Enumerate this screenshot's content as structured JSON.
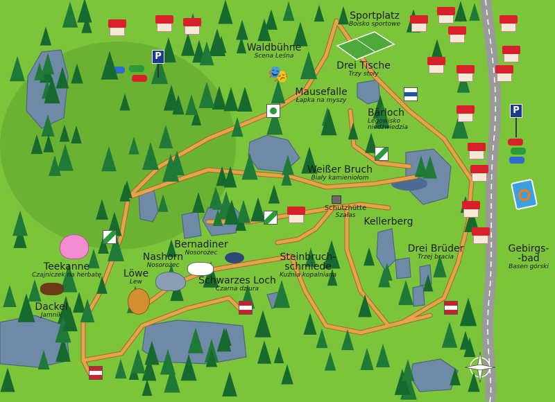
{
  "colors": {
    "grass": "#7cc43a",
    "trail": "#e7a34a",
    "trail_edge": "#9a6a2c",
    "rock": "#6f8aa6",
    "tree": "#1e7a36",
    "road": "#8e8e8e",
    "roof": "#d8202a"
  },
  "trail_marker_colors": {
    "green_white": [
      "#2a9a3a",
      "#ffffff"
    ],
    "blue_white": [
      "#1f4fb2",
      "#ffffff"
    ],
    "red_white": [
      "#c9222c",
      "#ffffff"
    ]
  },
  "places": {
    "sportplatz": {
      "de": "Sportplatz",
      "pl": "Boisko sportowe"
    },
    "waldbuehne": {
      "de": "Waldbühne",
      "pl": "Scena Leśna"
    },
    "drei_tische": {
      "de": "Drei Tische",
      "pl": "Trzy stoły"
    },
    "mausefalle": {
      "de": "Mausefalle",
      "pl": "Łapka na myszy"
    },
    "baerloch": {
      "de": "Bärloch",
      "pl": "Legowisko niedźwiedzia"
    },
    "weisser_bruch": {
      "de": "Weißer Bruch",
      "pl": "Biały kamieniołom"
    },
    "schutzhuette": {
      "de": "Schutzhütte",
      "pl": "Szałas"
    },
    "kellerberg": {
      "de": "Kellerberg",
      "pl": ""
    },
    "gebirgsbad": {
      "de": "Gebirgs-\n-bad",
      "pl": "Basen górski"
    },
    "steinbruchschmiede": {
      "de": "Steinbruch-\nschmiede",
      "pl": "Kuźnia kopalniana"
    },
    "drei_brueder": {
      "de": "Drei Brüder",
      "pl": "Trzej bracia"
    },
    "bernadiner": {
      "de": "Bernadiner",
      "pl": "Nosorożec"
    },
    "nashorn": {
      "de": "Nashorn",
      "pl": "Nosorożec"
    },
    "schwarzes_loch": {
      "de": "Schwarzes Loch",
      "pl": "Czarna dziura"
    },
    "loewe": {
      "de": "Löwe",
      "pl": "Lew"
    },
    "teekanne": {
      "de": "Teekanne",
      "pl": "Czajniczek na herbatę"
    },
    "dackel": {
      "de": "Dackel",
      "pl": "Jamnik"
    }
  },
  "parking_label": "P"
}
